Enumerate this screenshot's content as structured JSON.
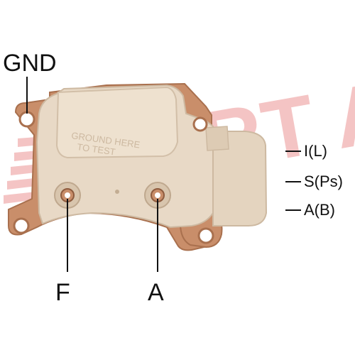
{
  "labels": {
    "gnd": "GND",
    "f": "F",
    "a": "A",
    "i_l": "I(L)",
    "s_ps": "S(Ps)",
    "a_b": "A(B)"
  },
  "embossed": {
    "line1": "GROUND HERE",
    "line2": "TO TEST"
  },
  "watermark": {
    "text": "FRT AUTOFRT"
  },
  "colors": {
    "housing": "#e8d9c6",
    "housing_shadow": "#cdb9a1",
    "metal": "#c98e6a",
    "metal_dark": "#a9704e",
    "watermark": "#e25a5a",
    "ink": "#111111"
  }
}
